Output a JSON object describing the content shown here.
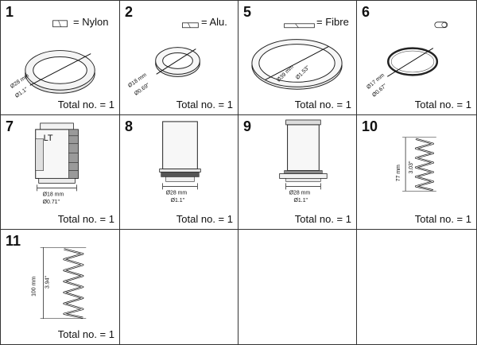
{
  "panels": [
    {
      "number": "1",
      "material": "= Nylon",
      "dim_mm": "Ø28 mm",
      "dim_in": "Ø1.1\"",
      "total": "Total no. = 1"
    },
    {
      "number": "2",
      "material": "= Alu.",
      "dim_mm": "Ø18 mm",
      "dim_in": "Ø0.69\"",
      "total": "Total no. = 1"
    },
    {
      "number": "5",
      "material": "= Fibre",
      "dim_mm": "Ø39 mm",
      "dim_in": "Ø1.53\"",
      "total": "Total no. = 1"
    },
    {
      "number": "6",
      "material": "",
      "dim_mm": "Ø17 mm",
      "dim_in": "Ø0.67\"",
      "total": "Total no. = 1"
    },
    {
      "number": "7",
      "label": "LT",
      "dim_mm": "Ø18 mm",
      "dim_in": "Ø0.71\"",
      "total": "Total no. = 1"
    },
    {
      "number": "8",
      "dim_mm": "Ø28 mm",
      "dim_in": "Ø1.1\"",
      "total": "Total no. = 1"
    },
    {
      "number": "9",
      "dim_mm": "Ø28 mm",
      "dim_in": "Ø1.1\"",
      "total": "Total no. = 1"
    },
    {
      "number": "10",
      "dim_mm": "77 mm",
      "dim_in": "3.03\"",
      "total": "Total no. = 1"
    },
    {
      "number": "11",
      "dim_mm": "100 mm",
      "dim_in": "3.94\"",
      "total": "Total no. = 1"
    }
  ]
}
